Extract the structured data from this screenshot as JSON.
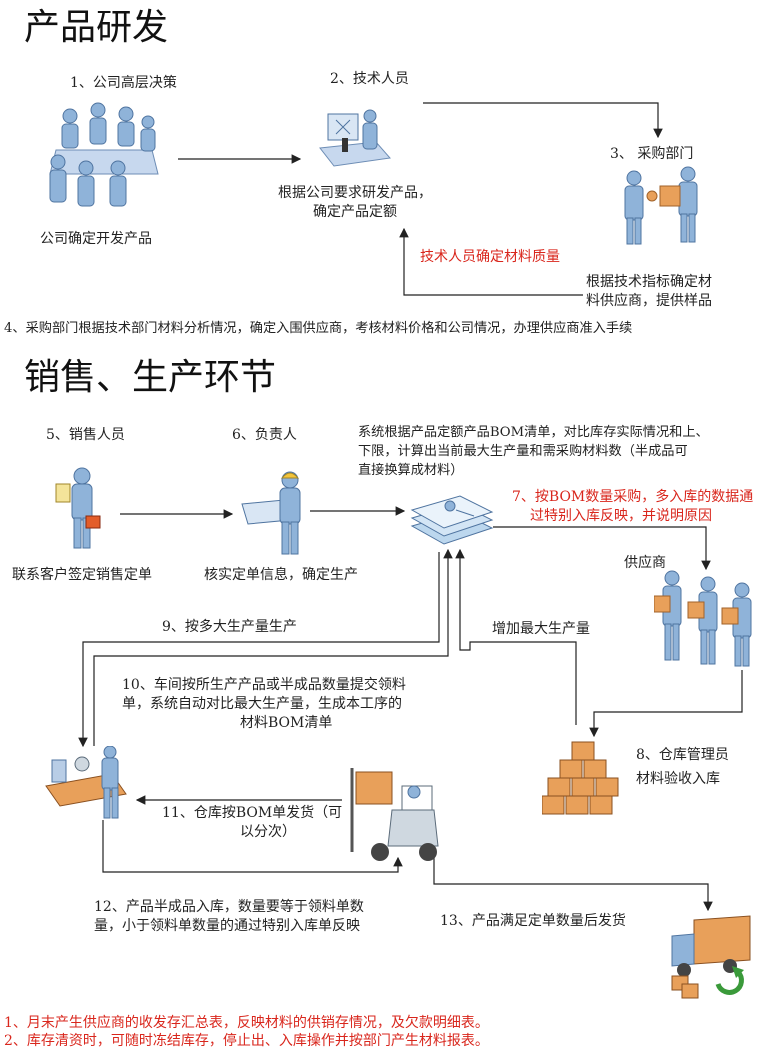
{
  "sections": {
    "rd_title": "产品研发",
    "sales_title": "销售、生产环节"
  },
  "rd": {
    "step1_label": "1、公司高层决策",
    "step1_caption": "公司确定开发产品",
    "step2_label": "2、技术人员",
    "step2_caption_line1": "根据公司要求研发产品，",
    "step2_caption_line2": "确定产品定额",
    "step3_label": "3、 采购部门",
    "step3_caption_line1": "根据技术指标确定材",
    "step3_caption_line2": "料供应商，提供样品",
    "feedback_label": "技术人员确定材料质量",
    "step4_text": "4、采购部门根据技术部门材料分析情况，确定入围供应商，考核材料价格和公司情况，办理供应商准入手续"
  },
  "sales": {
    "step5_label": "5、销售人员",
    "step5_caption": "联系客户签定销售定单",
    "step6_label": "6、负责人",
    "step6_caption": "核实定单信息，确定生产",
    "system_text_line1": "系统根据产品定额产品BOM清单，对比库存实际情况和上、",
    "system_text_line2": "下限，计算出当前最大生产量和需采购材料数（半成品可",
    "system_text_line3": "直接换算成材料）",
    "step7_line1": "7、按BOM数量采购，多入库的数据通",
    "step7_line2": "过特别入库反映，并说明原因",
    "supplier_label": "供应商",
    "increase_label": "增加最大生产量",
    "step9_label": "9、按多大生产量生产",
    "step10_line1": "10、车间按所生产产品或半成品数量提交领料",
    "step10_line2": "单，系统自动对比最大生产量，生成本工序的",
    "step10_line3": "材料BOM清单",
    "step8_line1": "8、仓库管理员",
    "step8_line2": "材料验收入库",
    "step11_line1": "11、仓库按BOM单发货（可",
    "step11_line2": "以分次）",
    "step12_line1": "12、产品半成品入库，数量要等于领料单数",
    "step12_line2": "量，小于领料单数量的通过特别入库单反映",
    "step13_label": "13、产品满足定单数量后发货"
  },
  "notes": {
    "note1": "1、月末产生供应商的收发存汇总表，反映材料的供销存情况，及欠款明细表。",
    "note2": "2、库存清资时，可随时冻结库存，停止出、入库操作并按部门产生材料报表。"
  },
  "colors": {
    "accent_red": "#d9261c",
    "person_blue": "#8fb3d9",
    "box_orange": "#e8a05a"
  }
}
